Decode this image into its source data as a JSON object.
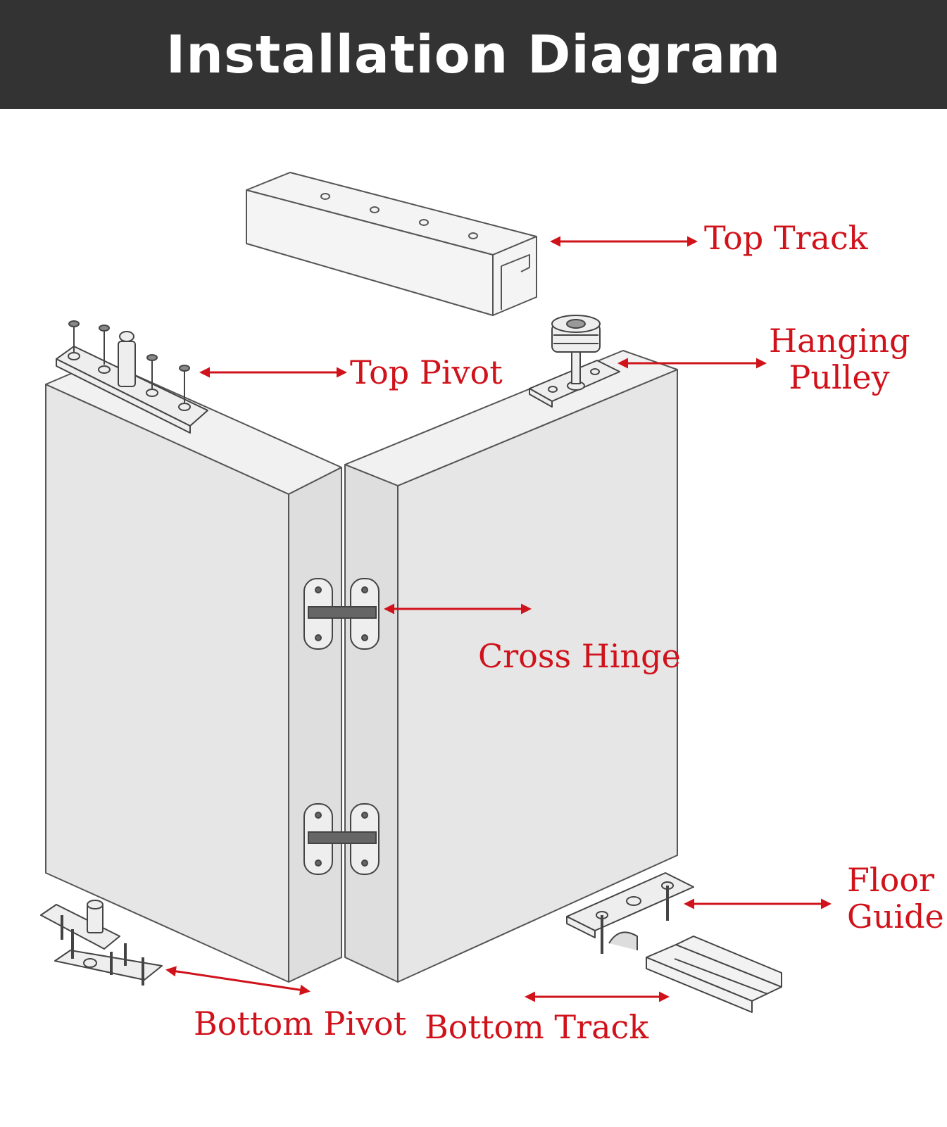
{
  "title": "Installation Diagram",
  "colors": {
    "header_bg": "#333333",
    "label": "#d0121b",
    "door_fill": "#e8e8e8",
    "door_stroke": "#555555"
  },
  "labels": {
    "top_track": "Top Track",
    "hanging_pulley": {
      "line1": "Hanging",
      "line2": "Pulley"
    },
    "top_pivot": "Top Pivot",
    "cross_hinge": "Cross Hinge",
    "floor_guide": {
      "line1": "Floor",
      "line2": "Guide"
    },
    "bottom_pivot": "Bottom Pivot",
    "bottom_track": "Bottom Track"
  }
}
